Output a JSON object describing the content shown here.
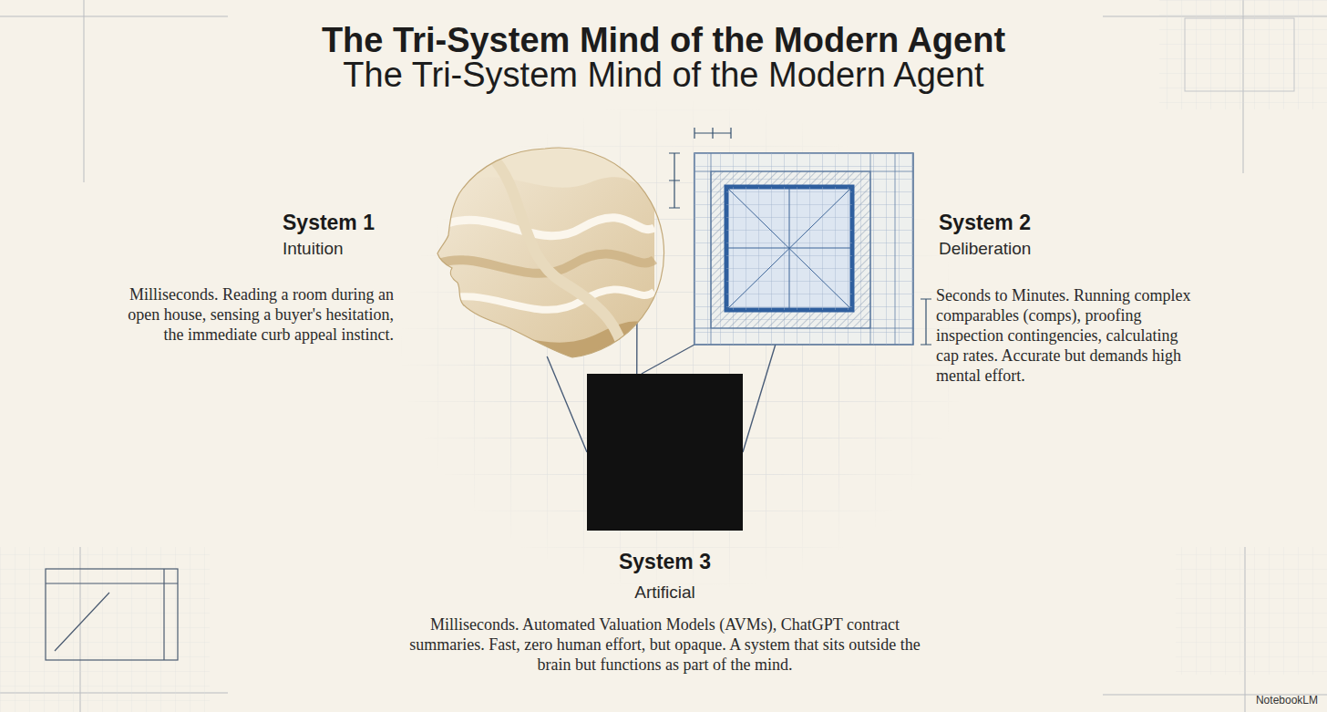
{
  "diagram": {
    "title": "The Tri-System Mind of the Modern Agent",
    "nodes": [
      {
        "text": [
          "System 1",
          "Intuition",
          "Milliseconds. Reading a room during an open house, sensing a buyer's hesitation, the immediate curb appeal instinct."
        ]
      },
      {
        "text": [
          "System 2",
          "Deliberation",
          "Seconds to Minutes. Running complex comparables (comps), proofing inspection contingencies, calculating cap rates. Accurate but demands high mental effort."
        ]
      },
      {
        "text": [
          "System 3",
          "Artificial",
          "Milliseconds. Automated Valuation Models (AVMs), ChatGPT contract summaries. Fast, zero human effort, but opaque. A system that sits outside the brain but functions as part of the mind."
        ]
      }
    ],
    "edges": [
      {
        "from": 0,
        "to": 2,
        "arrow": "none"
      },
      {
        "from": 1,
        "to": 2,
        "arrow": "none"
      }
    ],
    "labels": [
      "The Tri-System Mind of the Modern Agent",
      "NotebookLM"
    ]
  }
}
